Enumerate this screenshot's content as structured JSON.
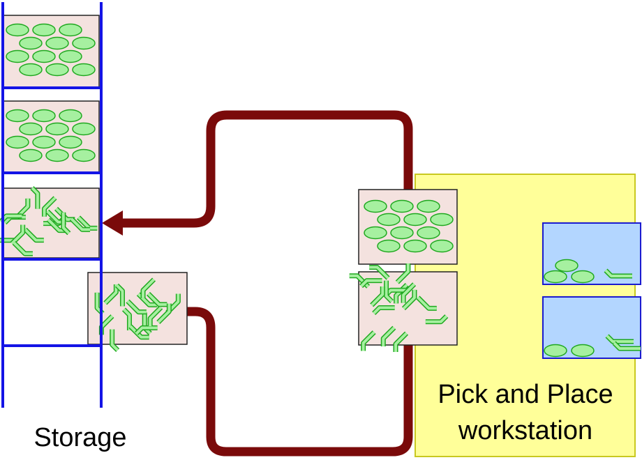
{
  "colors": {
    "rack": "#1414e6",
    "conveyor": "#7a0a0a",
    "bin_fill": "#f4e2df",
    "bin_stroke": "#222222",
    "item_fill": "#a6f0a0",
    "item_stroke": "#1fa81f",
    "workstation_fill": "#ffff99",
    "workstation_stroke": "#c8c820",
    "order_box_fill": "#b3d6ff",
    "order_box_stroke": "#1a1ad0"
  },
  "labels": {
    "storage": "Storage",
    "workstation_line1": "Pick and Place",
    "workstation_line2": "workstation"
  },
  "icons": [
    "arrow-head-icon"
  ]
}
